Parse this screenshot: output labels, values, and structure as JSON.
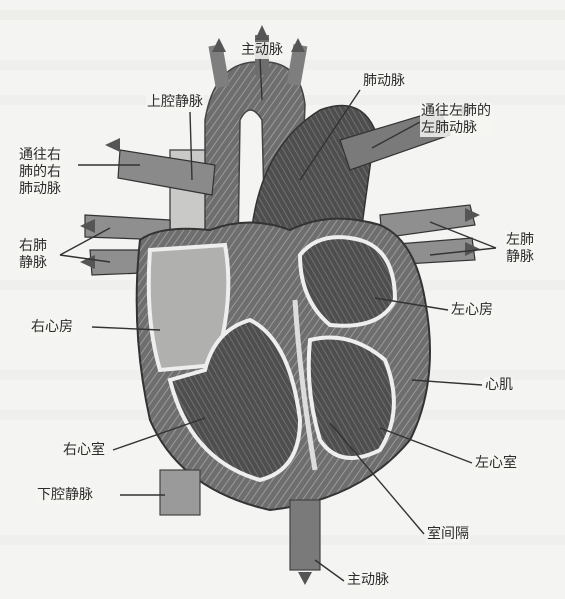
{
  "labels": {
    "aorta_top": "主动脉",
    "superior_vena_cava": "上腔静脉",
    "pulmonary_trunk": "肺动脉",
    "left_pulmonary_artery": "通往左肺的\n左肺动脉",
    "right_pulmonary_artery": "通往右\n肺的右\n肺动脉",
    "right_pulmonary_veins": "右肺\n静脉",
    "left_pulmonary_veins": "左肺\n静脉",
    "right_atrium": "右心房",
    "left_atrium": "左心房",
    "myocardium": "心肌",
    "right_ventricle": "右心室",
    "left_ventricle": "左心室",
    "inferior_vena_cava": "下腔静脉",
    "septum": "室间隔",
    "aorta_bottom": "主动脉"
  },
  "colors": {
    "background": "#f4f4f2",
    "heart_dark": "#5a5a5a",
    "heart_mid": "#8a8a8a",
    "heart_light": "#c4c4c2",
    "label_text": "#2c2c2c",
    "leader_line": "#333333"
  }
}
